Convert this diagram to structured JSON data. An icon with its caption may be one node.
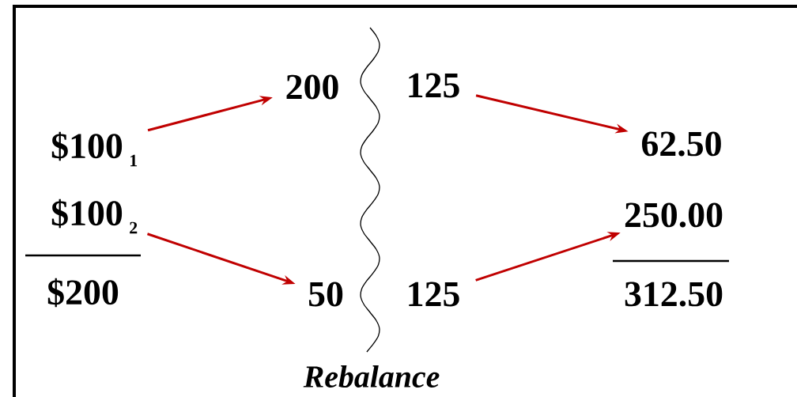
{
  "diagram": {
    "nodes": [
      {
        "text": [
          "$100"
        ],
        "beside": [
          "1"
        ]
      },
      {
        "text": [
          "$100"
        ],
        "beside": [
          "2"
        ]
      },
      {
        "text": [
          "200"
        ]
      },
      {
        "text": [
          "50"
        ]
      },
      {
        "text": [
          "125"
        ]
      },
      {
        "text": [
          "125"
        ]
      },
      {
        "text": [
          "62.50"
        ]
      },
      {
        "text": [
          "250.00"
        ]
      }
    ],
    "edges": [
      {
        "from": 0,
        "to": 2,
        "arrow": "to"
      },
      {
        "from": 1,
        "to": 3,
        "arrow": "to"
      },
      {
        "from": 4,
        "to": 6,
        "arrow": "to"
      },
      {
        "from": 5,
        "to": 7,
        "arrow": "to"
      }
    ],
    "labels": [
      "$200",
      "312.50",
      "Rebalance"
    ]
  }
}
